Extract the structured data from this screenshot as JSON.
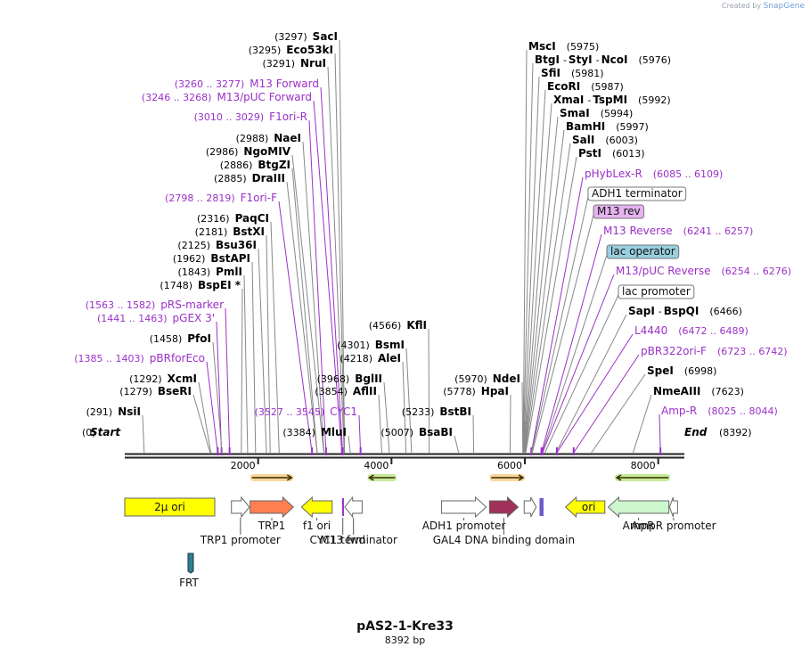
{
  "credit": {
    "prefix": "Created by",
    "brand": "SnapGene"
  },
  "plasmid": {
    "name": "pAS2-1-Kre33",
    "length": "8392 bp"
  },
  "colors": {
    "site": "#000000",
    "primer": "#9b30c8",
    "line": "#888888",
    "backbone": "#222222"
  },
  "ruler": [
    {
      "pos": 2000,
      "label": "2000"
    },
    {
      "pos": 4000,
      "label": "4000"
    },
    {
      "pos": 6000,
      "label": "6000"
    },
    {
      "pos": 8000,
      "label": "8000"
    }
  ],
  "left_labels": [
    {
      "pos": 3297,
      "coord": "(3297)",
      "name": "SacI",
      "kind": "site"
    },
    {
      "pos": 3295,
      "coord": "(3295)",
      "name": "Eco53kI",
      "kind": "site"
    },
    {
      "pos": 3291,
      "coord": "(3291)",
      "name": "NruI",
      "kind": "site"
    },
    {
      "pos": 3268,
      "coord": "(3260 .. 3277)",
      "name": "M13 Forward",
      "kind": "primer"
    },
    {
      "pos": 3257,
      "coord": "(3246 .. 3268)",
      "name": "M13/pUC Forward",
      "kind": "primer"
    },
    {
      "pos": 3019,
      "coord": "(3010 .. 3029)",
      "name": "F1ori-R",
      "kind": "primer"
    },
    {
      "pos": 2988,
      "coord": "(2988)",
      "name": "NaeI",
      "kind": "site"
    },
    {
      "pos": 2986,
      "coord": "(2986)",
      "name": "NgoMIV",
      "kind": "site"
    },
    {
      "pos": 2886,
      "coord": "(2886)",
      "name": "BtgZI",
      "kind": "site"
    },
    {
      "pos": 2885,
      "coord": "(2885)",
      "name": "DraIII",
      "kind": "site"
    },
    {
      "pos": 2808,
      "coord": "(2798 .. 2819)",
      "name": "F1ori-F",
      "kind": "primer"
    },
    {
      "pos": 2316,
      "coord": "(2316)",
      "name": "PaqCI",
      "kind": "site"
    },
    {
      "pos": 2181,
      "coord": "(2181)",
      "name": "BstXI",
      "kind": "site"
    },
    {
      "pos": 2125,
      "coord": "(2125)",
      "name": "Bsu36I",
      "kind": "site"
    },
    {
      "pos": 1962,
      "coord": "(1962)",
      "name": "BstAPI",
      "kind": "site"
    },
    {
      "pos": 1843,
      "coord": "(1843)",
      "name": "PmlI",
      "kind": "site"
    },
    {
      "pos": 1748,
      "coord": "(1748)",
      "name": "BspEI *",
      "kind": "site"
    },
    {
      "pos": 1572,
      "coord": "(1563 .. 1582)",
      "name": "pRS-marker",
      "kind": "primer"
    },
    {
      "pos": 1452,
      "coord": "(1441 .. 1463)",
      "name": "pGEX 3'",
      "kind": "primer"
    },
    {
      "pos": 1458,
      "coord": "(1458)",
      "name": "PfoI",
      "kind": "site"
    },
    {
      "pos": 1394,
      "coord": "(1385 .. 1403)",
      "name": "pBRforEco",
      "kind": "primer"
    },
    {
      "pos": 1292,
      "coord": "(1292)",
      "name": "XcmI",
      "kind": "site"
    },
    {
      "pos": 1279,
      "coord": "(1279)",
      "name": "BseRI",
      "kind": "site"
    },
    {
      "pos": 291,
      "coord": "(291)",
      "name": "NsiI",
      "kind": "site"
    }
  ],
  "mid_labels": [
    {
      "pos": 4566,
      "coord": "(4566)",
      "name": "KflI",
      "kind": "site"
    },
    {
      "pos": 4301,
      "coord": "(4301)",
      "name": "BsmI",
      "kind": "site"
    },
    {
      "pos": 4218,
      "coord": "(4218)",
      "name": "AleI",
      "kind": "site"
    },
    {
      "pos": 3968,
      "coord": "(3968)",
      "name": "BglII",
      "kind": "site"
    },
    {
      "pos": 3854,
      "coord": "(3854)",
      "name": "AflII",
      "kind": "site"
    },
    {
      "pos": 3536,
      "coord": "(3527 .. 3545)",
      "name": "CYC1",
      "kind": "primer"
    },
    {
      "pos": 3384,
      "coord": "(3384)",
      "name": "MluI",
      "kind": "site"
    },
    {
      "pos": 5970,
      "coord": "(5970)",
      "name": "NdeI",
      "kind": "site"
    },
    {
      "pos": 5778,
      "coord": "(5778)",
      "name": "HpaI",
      "kind": "site"
    },
    {
      "pos": 5233,
      "coord": "(5233)",
      "name": "BstBI",
      "kind": "site"
    },
    {
      "pos": 5007,
      "coord": "(5007)",
      "name": "BsaBI",
      "kind": "site"
    }
  ],
  "right_labels": [
    {
      "pos": 5975,
      "parts": [
        {
          "t": "MscI",
          "k": "site"
        },
        {
          "t": "(5975)",
          "k": "coord"
        }
      ]
    },
    {
      "pos": 5976,
      "parts": [
        {
          "t": "BtgI",
          "k": "site"
        },
        {
          "t": " - ",
          "k": "coord"
        },
        {
          "t": "StyI",
          "k": "site"
        },
        {
          "t": " - ",
          "k": "coord"
        },
        {
          "t": "NcoI",
          "k": "site"
        },
        {
          "t": "(5976)",
          "k": "coord"
        }
      ]
    },
    {
      "pos": 5981,
      "parts": [
        {
          "t": "SfiI",
          "k": "site"
        },
        {
          "t": "(5981)",
          "k": "coord"
        }
      ]
    },
    {
      "pos": 5987,
      "parts": [
        {
          "t": "EcoRI",
          "k": "site"
        },
        {
          "t": "(5987)",
          "k": "coord"
        }
      ]
    },
    {
      "pos": 5992,
      "parts": [
        {
          "t": "XmaI",
          "k": "site"
        },
        {
          "t": " - ",
          "k": "coord"
        },
        {
          "t": "TspMI",
          "k": "site"
        },
        {
          "t": "(5992)",
          "k": "coord"
        }
      ]
    },
    {
      "pos": 5994,
      "parts": [
        {
          "t": "SmaI",
          "k": "site"
        },
        {
          "t": "(5994)",
          "k": "coord"
        }
      ]
    },
    {
      "pos": 5997,
      "parts": [
        {
          "t": "BamHI",
          "k": "site"
        },
        {
          "t": "(5997)",
          "k": "coord"
        }
      ]
    },
    {
      "pos": 6003,
      "parts": [
        {
          "t": "SalI",
          "k": "site"
        },
        {
          "t": "(6003)",
          "k": "coord"
        }
      ]
    },
    {
      "pos": 6013,
      "parts": [
        {
          "t": "PstI",
          "k": "site"
        },
        {
          "t": "(6013)",
          "k": "coord"
        }
      ]
    },
    {
      "pos": 6097,
      "parts": [
        {
          "t": "pHybLex-R",
          "k": "primer"
        },
        {
          "t": "(6085 .. 6109)",
          "k": "primer"
        }
      ]
    },
    {
      "pos": 6100,
      "box": {
        "t": "ADH1 terminator",
        "fill": "#ffffff"
      }
    },
    {
      "pos": 6110,
      "box": {
        "t": "M13 rev",
        "fill": "#e6b3f0"
      }
    },
    {
      "pos": 6249,
      "parts": [
        {
          "t": "M13 Reverse",
          "k": "primer"
        },
        {
          "t": "(6241 .. 6257)",
          "k": "primer"
        }
      ]
    },
    {
      "pos": 6260,
      "box": {
        "t": "lac operator",
        "fill": "#99cfe0"
      }
    },
    {
      "pos": 6265,
      "parts": [
        {
          "t": "M13/pUC Reverse",
          "k": "primer"
        },
        {
          "t": "(6254 .. 6276)",
          "k": "primer"
        }
      ]
    },
    {
      "pos": 6300,
      "box": {
        "t": "lac promoter",
        "fill": "#ffffff"
      }
    },
    {
      "pos": 6466,
      "parts": [
        {
          "t": "SapI",
          "k": "site"
        },
        {
          "t": " - ",
          "k": "coord"
        },
        {
          "t": "BspQI",
          "k": "site"
        },
        {
          "t": "(6466)",
          "k": "coord"
        }
      ]
    },
    {
      "pos": 6480,
      "parts": [
        {
          "t": "L4440",
          "k": "primer"
        },
        {
          "t": "(6472 .. 6489)",
          "k": "primer"
        }
      ]
    },
    {
      "pos": 6732,
      "parts": [
        {
          "t": "pBR322ori-F",
          "k": "primer"
        },
        {
          "t": "(6723 .. 6742)",
          "k": "primer"
        }
      ]
    },
    {
      "pos": 6998,
      "parts": [
        {
          "t": "SpeI",
          "k": "site"
        },
        {
          "t": "(6998)",
          "k": "coord"
        }
      ]
    },
    {
      "pos": 7623,
      "parts": [
        {
          "t": "NmeAIII",
          "k": "site"
        },
        {
          "t": "(7623)",
          "k": "coord"
        }
      ]
    },
    {
      "pos": 8034,
      "parts": [
        {
          "t": "Amp-R",
          "k": "primer"
        },
        {
          "t": "(8025 .. 8044)",
          "k": "primer"
        }
      ]
    }
  ],
  "ends": {
    "start": {
      "pos": 0,
      "coord": "(0)",
      "name": "Start"
    },
    "end": {
      "pos": 8392,
      "coord": "(8392)",
      "name": "End"
    }
  },
  "features": [
    {
      "name": "2μ ori",
      "label": "2μ ori",
      "kind": "box",
      "start": 0,
      "end": 1350,
      "fill": "#ffff00",
      "label_inside": true
    },
    {
      "name": "TRP1 promoter",
      "label": "TRP1 promoter",
      "kind": "arrow",
      "dir": 1,
      "start": 1600,
      "end": 1870,
      "fill": "#ffffff",
      "row": 2
    },
    {
      "name": "TRP1",
      "label": "TRP1",
      "kind": "arrow",
      "dir": 1,
      "start": 1880,
      "end": 2530,
      "fill": "#ff7f50",
      "row": 1
    },
    {
      "name": "f1 ori",
      "label": "f1 ori",
      "kind": "arrow",
      "dir": -1,
      "start": 2650,
      "end": 3110,
      "fill": "#ffff00",
      "row": 1
    },
    {
      "name": "M13 fwd",
      "label": "M13 fwd",
      "kind": "mark",
      "start": 3260,
      "end": 3280,
      "fill": "#9b30c8",
      "row": 2
    },
    {
      "name": "CYC1 terminator",
      "label": "CYC1 terminator",
      "kind": "arrow",
      "dir": -1,
      "start": 3300,
      "end": 3560,
      "fill": "#ffffff",
      "row": 2
    },
    {
      "name": "ADH1 promoter",
      "label": "ADH1 promoter",
      "kind": "arrow",
      "dir": 1,
      "start": 4750,
      "end": 5420,
      "fill": "#ffffff",
      "row": 1
    },
    {
      "name": "GAL4 DNA binding domain",
      "label": "GAL4 DNA binding domain",
      "kind": "arrow",
      "dir": 1,
      "start": 5470,
      "end": 5900,
      "fill": "#a0315a",
      "row": 2
    },
    {
      "name": "small1",
      "label": "",
      "kind": "arrow",
      "dir": 1,
      "start": 5990,
      "end": 6170,
      "fill": "#ffffff",
      "row": 0
    },
    {
      "name": "mark2",
      "label": "",
      "kind": "mark",
      "start": 6220,
      "end": 6280,
      "fill": "#6a5acd",
      "row": 0
    },
    {
      "name": "ori",
      "label": "ori",
      "kind": "arrow",
      "dir": -1,
      "start": 6610,
      "end": 7200,
      "fill": "#ffff00",
      "label_inside": true
    },
    {
      "name": "AmpR",
      "label": "AmpR",
      "kind": "arrow",
      "dir": -1,
      "start": 7250,
      "end": 8160,
      "fill": "#cdf7cd",
      "row": 1
    },
    {
      "name": "AmpR promoter",
      "label": "AmpR promoter",
      "kind": "arrow",
      "dir": -1,
      "start": 8170,
      "end": 8290,
      "fill": "#ffffff",
      "row": 1
    }
  ],
  "orfs": [
    {
      "start": 1880,
      "end": 2530,
      "dir": 1,
      "color": "#f5a623"
    },
    {
      "start": 3640,
      "end": 4080,
      "dir": -1,
      "color": "#7ed321"
    },
    {
      "start": 5470,
      "end": 6000,
      "dir": 1,
      "color": "#f5a623"
    },
    {
      "start": 7350,
      "end": 8180,
      "dir": -1,
      "color": "#7ed321"
    }
  ],
  "frt": {
    "name": "FRT",
    "label": "FRT",
    "fill": "#2e7f8f"
  }
}
